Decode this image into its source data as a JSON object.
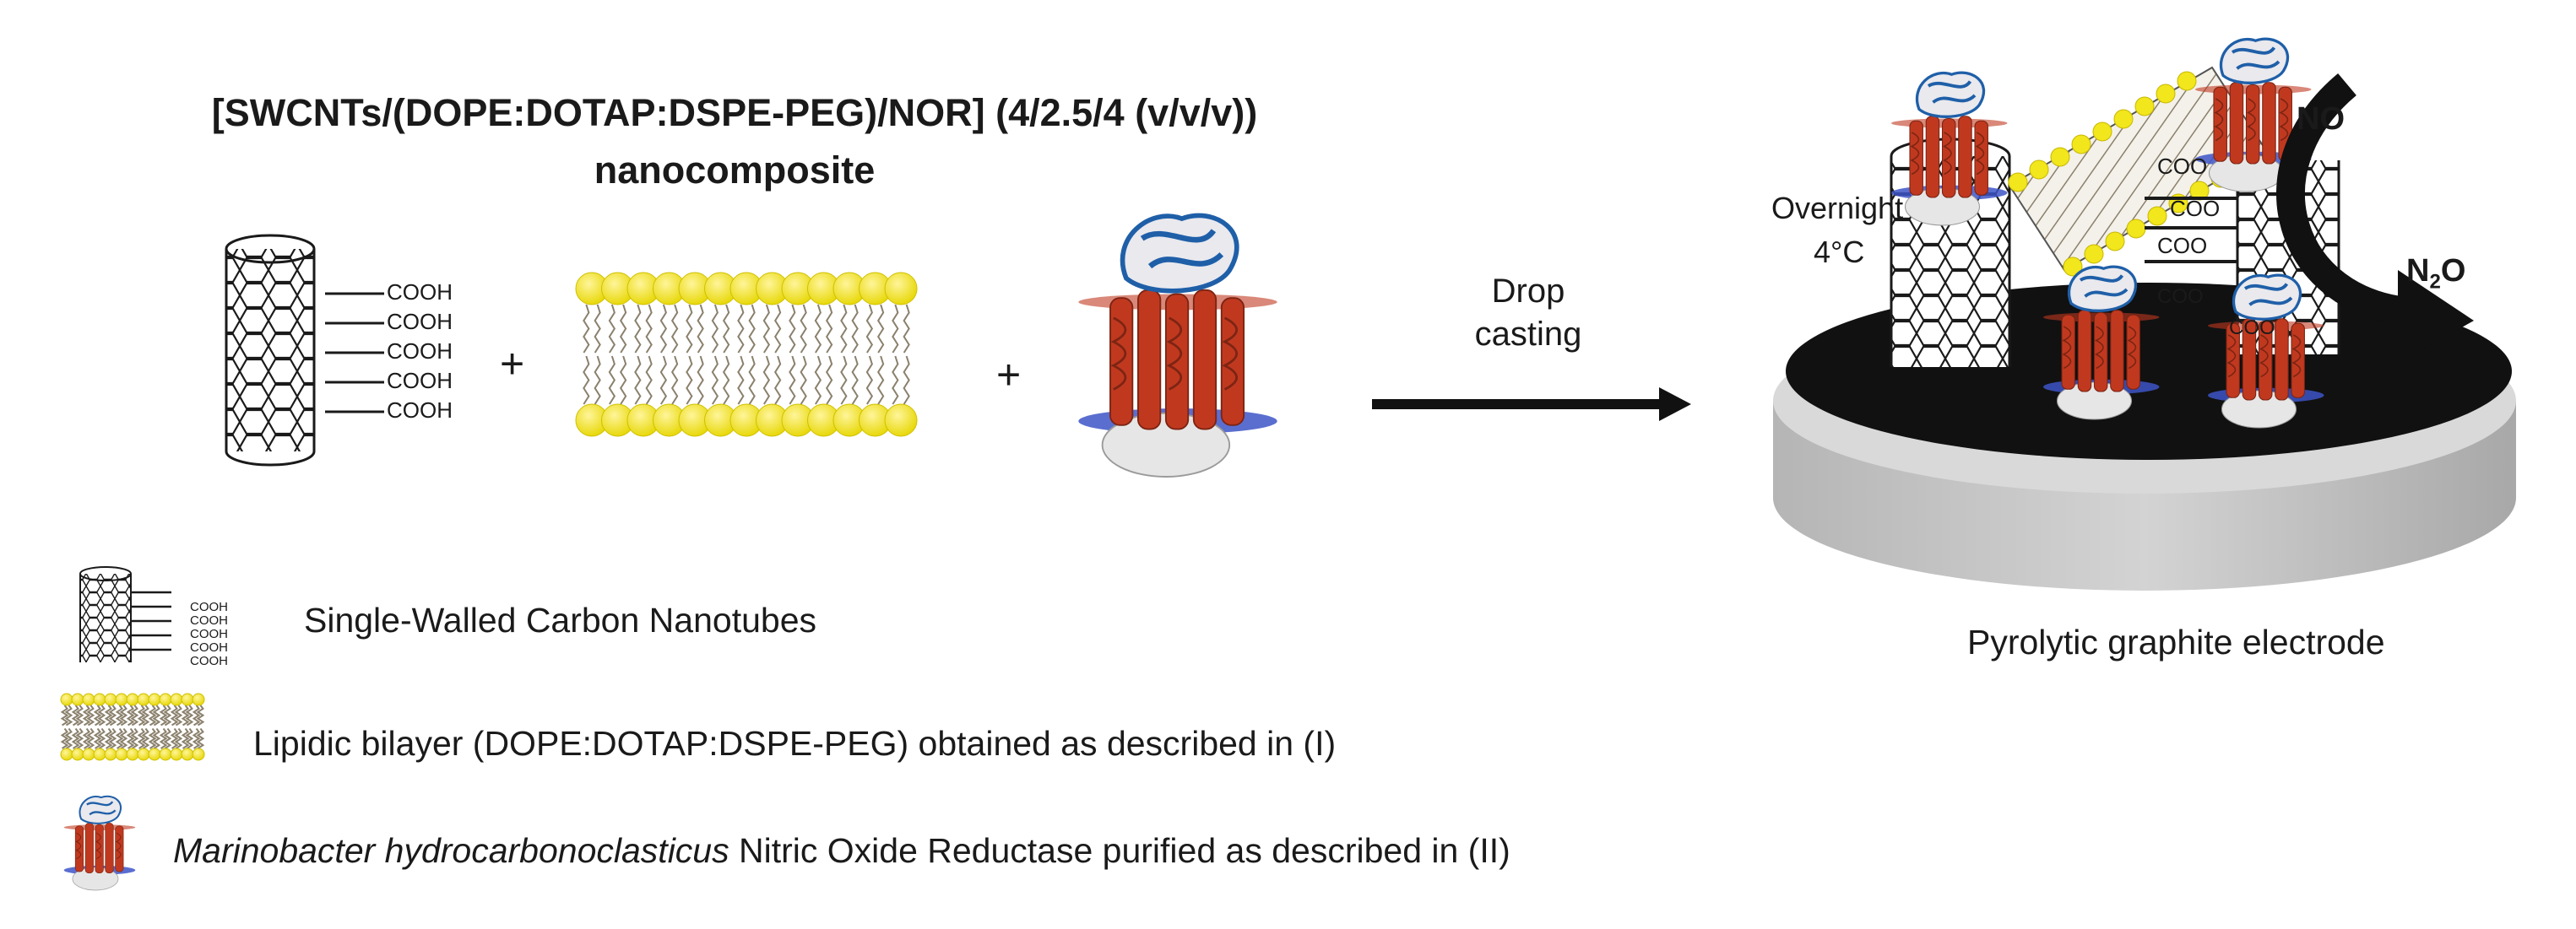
{
  "title": {
    "line1": "[SWCNTs/(DOPE:DOTAP:DSPE-PEG)/NOR] (4/2.5/4 (v/v/v))",
    "line2": "nanocomposite"
  },
  "components": {
    "cooh_labels": [
      "COOH",
      "COOH",
      "COOH",
      "COOH",
      "COOH"
    ],
    "plus_1": "+",
    "plus_2": "+"
  },
  "arrow": {
    "label_line1": "Drop",
    "label_line2": "casting"
  },
  "electrode": {
    "condition_line1": "Overnight",
    "condition_line2": "4°C",
    "coo_labels": [
      "COO",
      "COO",
      "COO",
      "COO",
      "COO"
    ],
    "reactant": "NO",
    "product_base": "N",
    "product_sub": "2",
    "product_tail": "O",
    "caption": "Pyrolytic graphite electrode"
  },
  "legend": {
    "item1_cooh": [
      "COOH",
      "COOH",
      "COOH",
      "COOH",
      "COOH"
    ],
    "item1": "Single-Walled Carbon Nanotubes",
    "item2": "Lipidic bilayer (DOPE:DOTAP:DSPE-PEG) obtained as described in (I)",
    "item3_italic": "Marinobacter hydrocarbonoclasticus",
    "item3_rest": " Nitric Oxide Reductase purified as described in (II)"
  },
  "colors": {
    "lipid_head": "#f2e61c",
    "lipid_tail": "#b8ad92",
    "protein_helix": "#c0391f",
    "protein_top": "#1f5fa8",
    "membrane_band": "#3d55c8",
    "electrode_top": "#111111",
    "electrode_side": "#bdbdbd"
  }
}
